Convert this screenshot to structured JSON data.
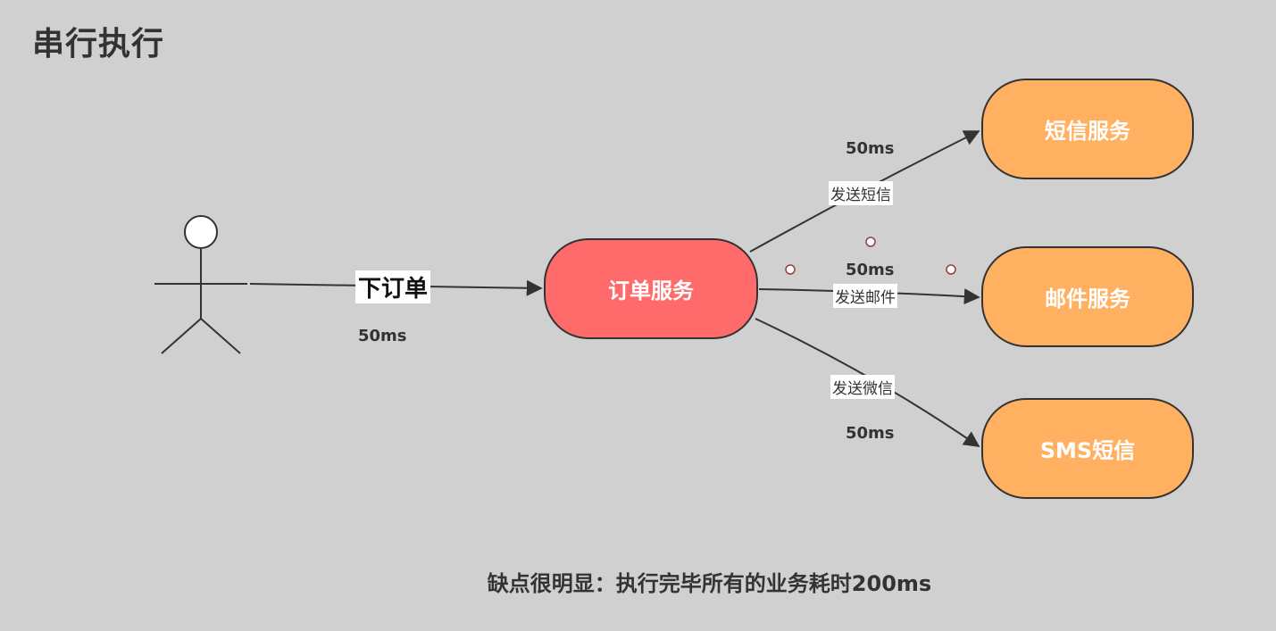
{
  "title": "串行执行",
  "actor": {
    "icon": "stick-figure-user"
  },
  "edges": {
    "place_order": {
      "label": "下订单",
      "time": "50ms"
    },
    "send_sms": {
      "label": "发送短信",
      "time": "50ms"
    },
    "send_email": {
      "label": "发送邮件",
      "time": "50ms"
    },
    "send_wechat": {
      "label": "发送微信",
      "time": "50ms"
    }
  },
  "nodes": {
    "order_service": {
      "label": "订单服务",
      "color": "#ff6b6b"
    },
    "sms_service": {
      "label": "短信服务",
      "color": "#ffb060"
    },
    "email_service": {
      "label": "邮件服务",
      "color": "#ffb060"
    },
    "wechat_service": {
      "label": "SMS短信",
      "color": "#ffb060"
    }
  },
  "note": "缺点很明显：执行完毕所有的业务耗时200ms"
}
